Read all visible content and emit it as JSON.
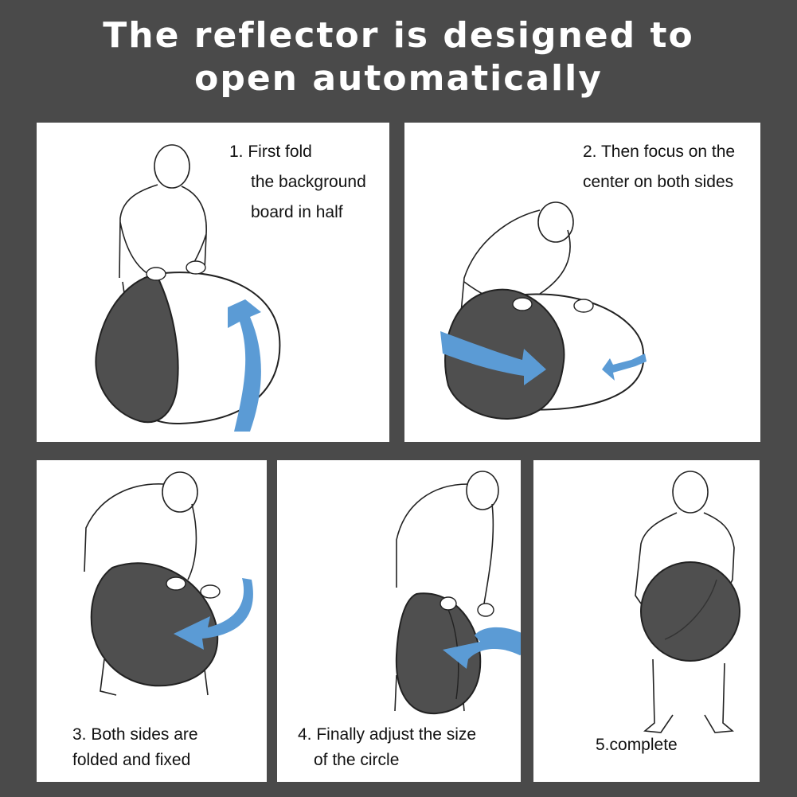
{
  "header": {
    "title_line1": "The reflector is designed to",
    "title_line2": "open automatically"
  },
  "steps": [
    {
      "lines": [
        "1. First fold",
        "the background",
        "board in half"
      ]
    },
    {
      "lines": [
        "2. Then focus on the",
        "center on both sides"
      ]
    },
    {
      "lines": [
        "3. Both sides are",
        "folded and fixed"
      ]
    },
    {
      "lines": [
        "4. Finally adjust the size",
        "of the circle"
      ]
    },
    {
      "lines": [
        "5.complete"
      ]
    }
  ],
  "colors": {
    "background": "#4a4a4a",
    "panel": "#ffffff",
    "reflector_dark": "#4f4f4f",
    "arrow_blue": "#5b9bd5",
    "outline": "#222222"
  }
}
